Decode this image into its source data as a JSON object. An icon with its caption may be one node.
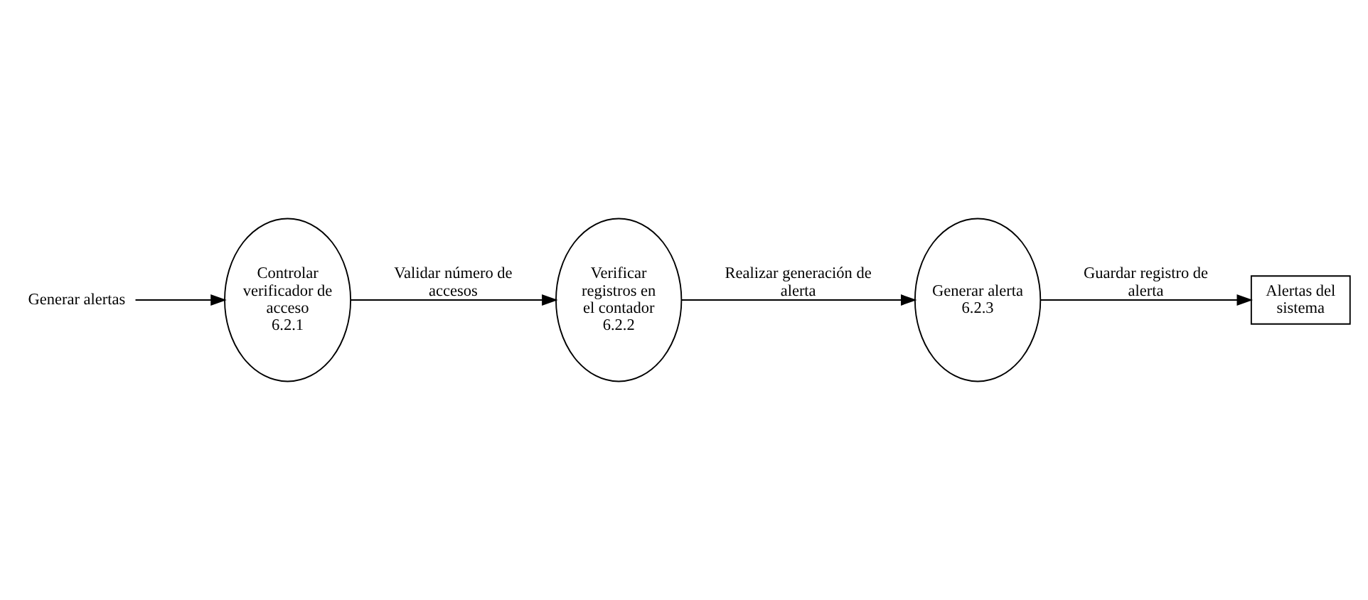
{
  "diagram": {
    "nodes": [
      {
        "text": [
          "Generar alertas"
        ]
      },
      {
        "text": [
          "Controlar verificador de acceso",
          "6.2.1"
        ]
      },
      {
        "text": [
          "Verificar registros en el contador",
          "6.2.2"
        ]
      },
      {
        "text": [
          "Generar alerta",
          "6.2.3"
        ]
      },
      {
        "text": [
          "Alertas del sistema"
        ]
      }
    ],
    "edges": [
      {
        "from": 0,
        "to": 1,
        "arrow": "to"
      },
      {
        "from": 1,
        "to": 2,
        "arrow": "to",
        "label": "Validar número de accesos"
      },
      {
        "from": 2,
        "to": 3,
        "arrow": "to",
        "label": "Realizar generación de alerta"
      },
      {
        "from": 3,
        "to": 4,
        "arrow": "to",
        "label": "Guardar registro de alerta"
      }
    ]
  }
}
